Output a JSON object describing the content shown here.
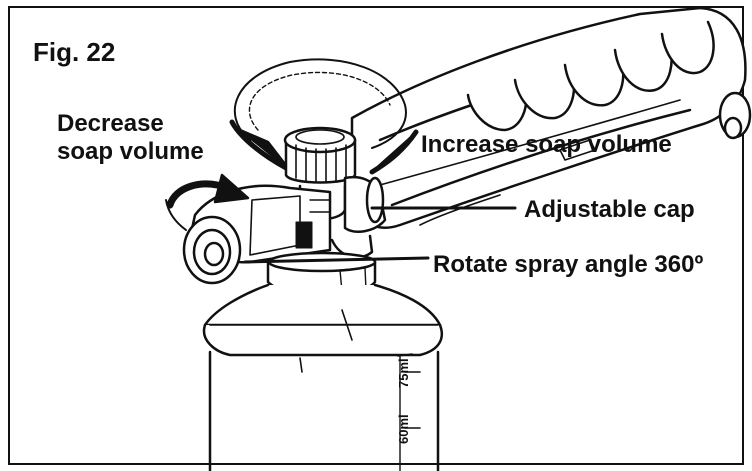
{
  "figure": {
    "label": "Fig. 22"
  },
  "callouts": {
    "decrease_line1": "Decrease",
    "decrease_line2": "soap volume",
    "increase": "Increase soap volume",
    "adjustable_cap": "Adjustable cap",
    "rotate": "Rotate spray angle 360º"
  },
  "bottle_markings": {
    "upper": "75ml",
    "lower": "60ml"
  },
  "colors": {
    "ink": "#111111",
    "background": "#ffffff",
    "shade": "#d9d9d9"
  }
}
